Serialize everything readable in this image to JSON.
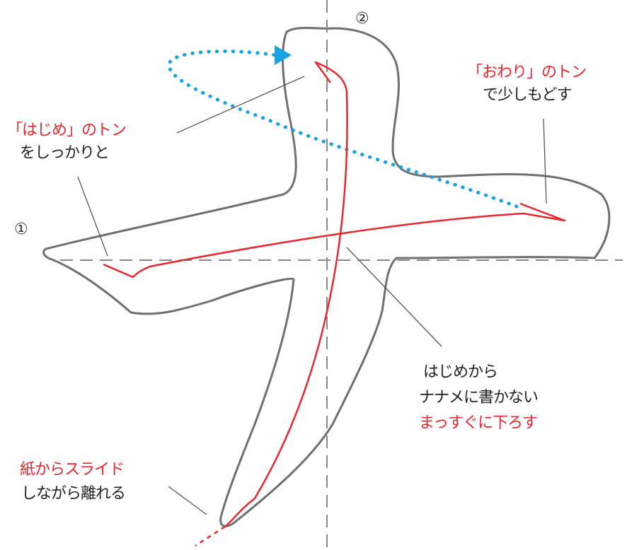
{
  "step_markers": {
    "first": "①",
    "second": "②"
  },
  "annotations": {
    "start_ton": {
      "line1": "「はじめ」のトン",
      "line2": "をしっかりと"
    },
    "end_ton": {
      "line1": "「おわり」のトン",
      "line2": "で少しもどす"
    },
    "vertical_stroke": {
      "line1": "はじめから",
      "line2": "ナナメに書かない",
      "line3": "まっすぐに下ろす"
    },
    "release": {
      "line1": "紙からスライド",
      "line2": "しながら離れる"
    }
  },
  "colors": {
    "accent": "#e8262d",
    "arrow": "#1aa3e0",
    "outline": "#6f6f6f",
    "guide": "#888888",
    "text": "#222222"
  }
}
